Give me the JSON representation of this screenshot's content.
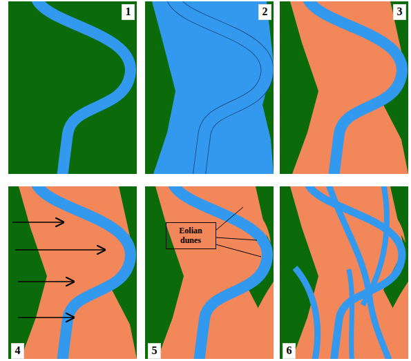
{
  "diagram": {
    "nodes": [
      {
        "text": [
          "1"
        ]
      },
      {
        "text": [
          "2"
        ]
      },
      {
        "text": [
          "3"
        ]
      },
      {
        "text": [
          "4"
        ]
      },
      {
        "text": [
          "5"
        ]
      },
      {
        "text": [
          "6"
        ]
      },
      {
        "text": [
          "Eolian dunes"
        ]
      }
    ]
  }
}
